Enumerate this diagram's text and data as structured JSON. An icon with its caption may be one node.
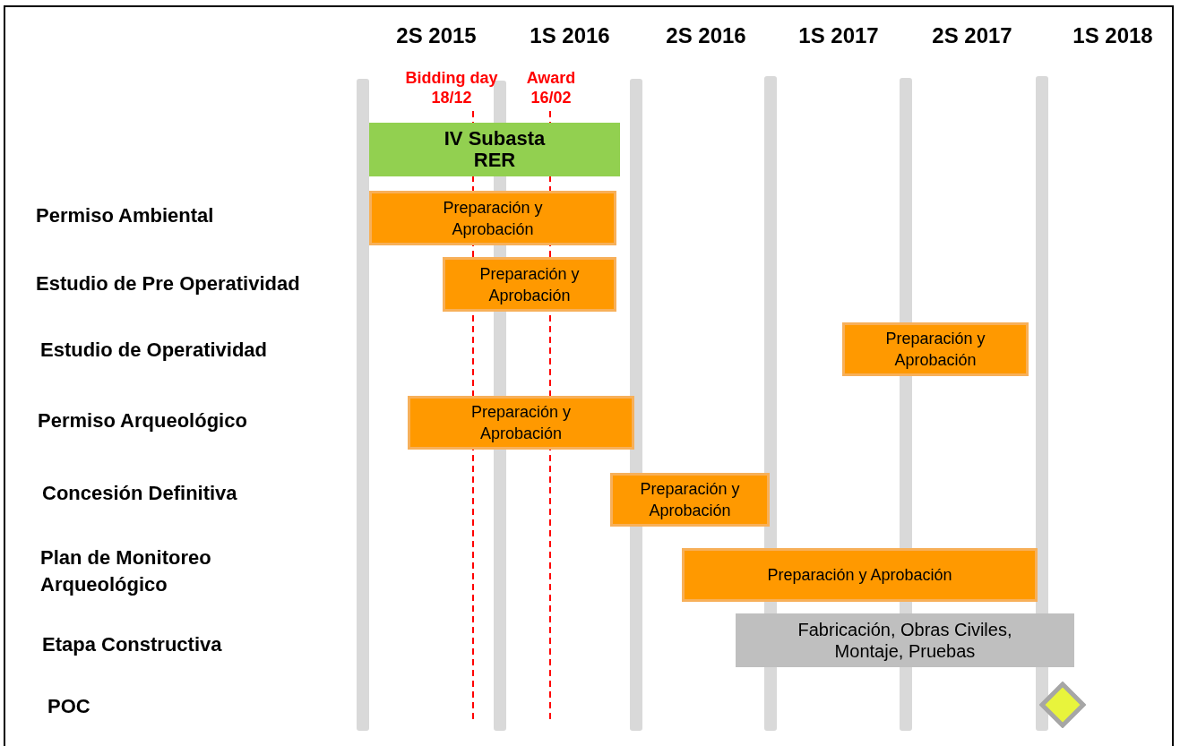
{
  "diagram": {
    "nodes": [
      {
        "text": [
          "IV Subasta RER"
        ]
      },
      {
        "text": [
          "Preparación y Aprobación"
        ]
      },
      {
        "text": [
          "Preparación y Aprobación"
        ]
      },
      {
        "text": [
          "Preparación y Aprobación"
        ]
      },
      {
        "text": [
          "Preparación y Aprobación"
        ]
      },
      {
        "text": [
          "Preparación y Aprobación"
        ]
      },
      {
        "text": [
          "Preparación y Aprobación"
        ]
      },
      {
        "text": [
          "Fabricación, Obras Civiles, Montaje, Pruebas"
        ]
      },
      {
        "text": [],
        "shape": "diamond"
      }
    ],
    "edges": [],
    "labels": [
      "2S 2015",
      "1S 2016",
      "2S 2016",
      "1S 2017",
      "2S 2017",
      "1S 2018",
      "Bidding day 18/12",
      "Award 16/02",
      "Permiso Ambiental",
      "Estudio de Pre Operatividad",
      "Estudio de Operatividad",
      "Permiso Arqueológico",
      "Concesión Definitiva",
      "Plan de Monitoreo Arqueológico",
      "Etapa Constructiva",
      "POC"
    ]
  }
}
